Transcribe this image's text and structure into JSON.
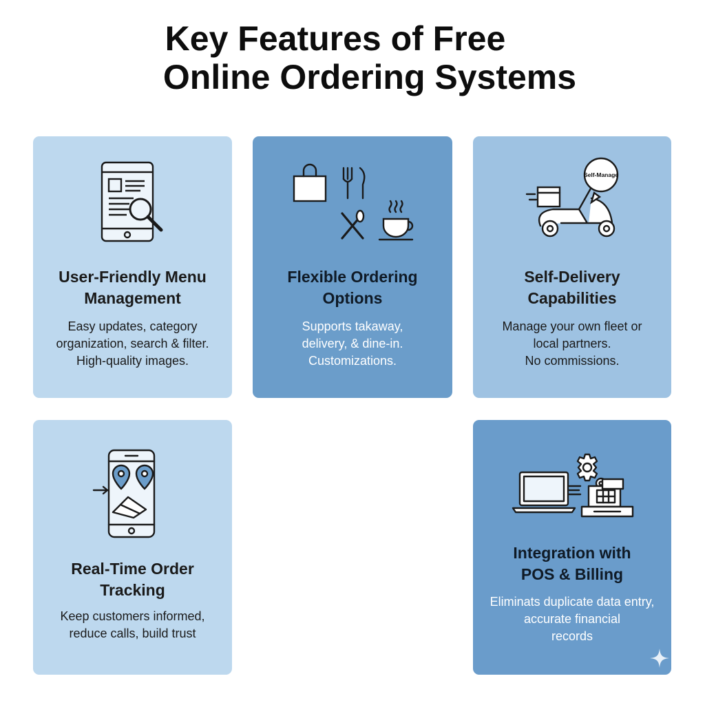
{
  "title": {
    "line1": "Key Features of Free",
    "line2": "Online Ordering Systems"
  },
  "cards": [
    {
      "id": "menu",
      "title": [
        "User-Friendly Menu",
        "Management"
      ],
      "desc": [
        "Easy updates, category",
        "organization, search & filter.",
        "High-quality images."
      ],
      "icon": "tablet-search-icon"
    },
    {
      "id": "ordering",
      "title": [
        "Flexible Ordering",
        "Options"
      ],
      "desc": [
        "Supports takaway,",
        "delivery, & dine-in.",
        "Customizations."
      ],
      "icon": "bag-cutlery-cup-icon"
    },
    {
      "id": "delivery",
      "title": [
        "Self-Delivery",
        "Capabilities"
      ],
      "desc": [
        "Manage your own fleet or",
        "local partners.",
        "No commissions."
      ],
      "icon": "scooter-icon",
      "bubble_text": "Self-Manage"
    },
    {
      "id": "tracking",
      "title": [
        "Real-Time Order",
        "Tracking"
      ],
      "desc": [
        "Keep customers informed,",
        "reduce calls, build trust"
      ],
      "icon": "phone-map-pin-icon"
    },
    {
      "id": "pos",
      "title": [
        "Integration with",
        "POS & Billing"
      ],
      "desc": [
        "Eliminats duplicate data entry,",
        "accurate financial",
        "records"
      ],
      "icon": "laptop-register-gear-icon"
    }
  ],
  "colors": {
    "light": "#bdd8ee",
    "mid": "#6b9dca",
    "soft": "#9ec2e2",
    "ink": "#1a1a1a"
  }
}
